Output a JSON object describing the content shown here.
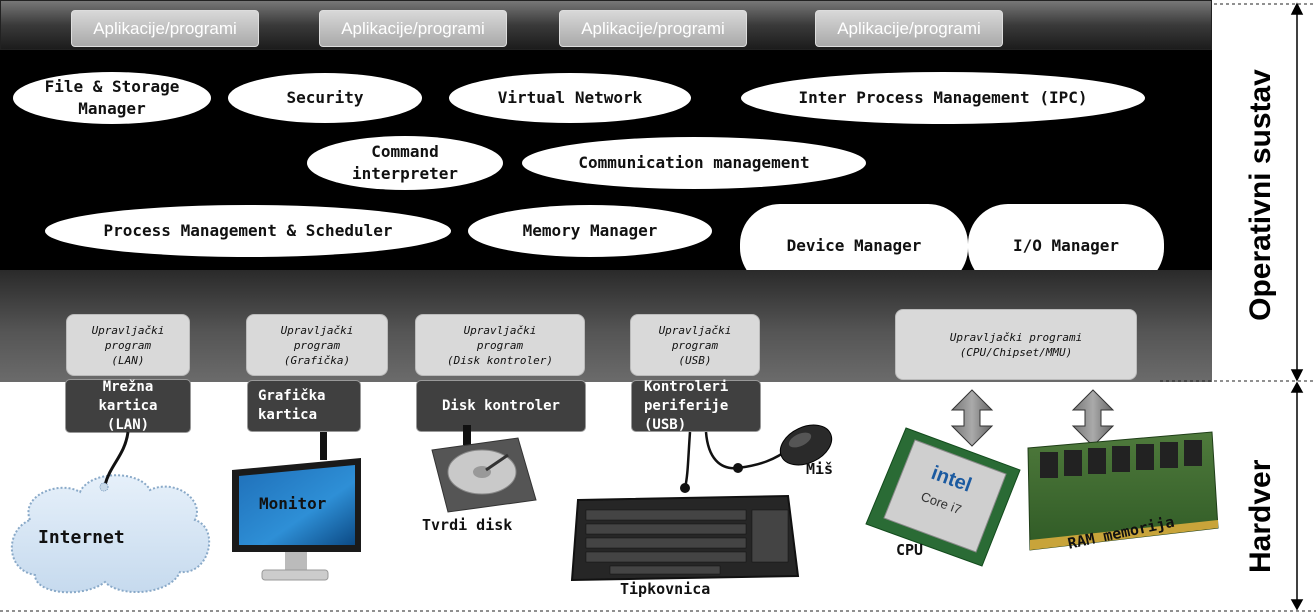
{
  "applications": [
    "Aplikacije/programi",
    "Aplikacije/programi",
    "Aplikacije/programi",
    "Aplikacije/programi"
  ],
  "kernel_components": {
    "file_storage": "File & Storage\nManager",
    "security": "Security",
    "virtual_network": "Virtual Network",
    "ipc": "Inter Process Management (IPC)",
    "command_interpreter": "Command\ninterpreter",
    "communication": "Communication management",
    "process_mgmt": "Process Management & Scheduler",
    "memory": "Memory Manager",
    "device": "Device Manager",
    "io": "I/O Manager"
  },
  "drivers": {
    "lan": "Upravljački\nprogram\n(LAN)",
    "graphics": "Upravljački\nprogram\n(Grafička)",
    "disk": "Upravljački\nprogram\n(Disk kontroler)",
    "usb": "Upravljački\nprogram\n(USB)",
    "cpu": "Upravljački programi\n(CPU/Chipset/MMU)"
  },
  "hardware_controllers": {
    "network_card": "Mrežna\nkartica\n(LAN)",
    "graphics_card": "Grafička\nkartica",
    "disk_controller": "Disk kontroler",
    "peripheral_controllers": "Kontroleri\nperiferije\n(USB)"
  },
  "devices": {
    "internet": "Internet",
    "monitor": "Monitor",
    "hard_disk": "Tvrdi disk",
    "mouse": "Miš",
    "keyboard": "Tipkovnica",
    "cpu": "CPU",
    "ram": "RAM memorija",
    "cpu_chip_brand": "intel",
    "cpu_chip_model": "Core i7"
  },
  "side_labels": {
    "os": "Operativni sustav",
    "hardware": "Hardver"
  }
}
